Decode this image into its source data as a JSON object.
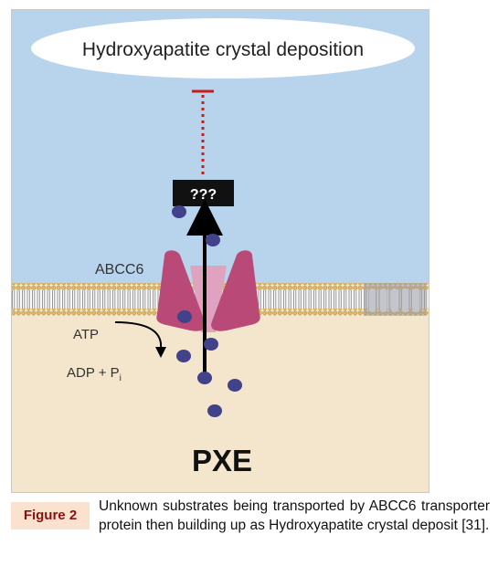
{
  "diagram": {
    "cloud_label": "Hydroxyapatite crystal deposition",
    "unknown_box": "???",
    "transporter_label": "ABCC6",
    "atp_label": "ATP",
    "adp_label": "ADP + P",
    "adp_subscript": "i",
    "disease_label": "PXE",
    "colors": {
      "extracellular": "#b8d3ec",
      "cytoplasm": "#f4e6cc",
      "transporter": "#b94a78",
      "transporter_core": "#e0a3bf",
      "substrate": "#42428a",
      "inhibition": "#c41e1e",
      "membrane_head": "#e0c078",
      "membrane_tail": "#f2f2f2"
    }
  },
  "caption": {
    "label": "Figure 2",
    "text": "Unknown substrates being transported by ABCC6 transporter protein then building up as Hydroxyapatite crystal deposit [31]."
  }
}
